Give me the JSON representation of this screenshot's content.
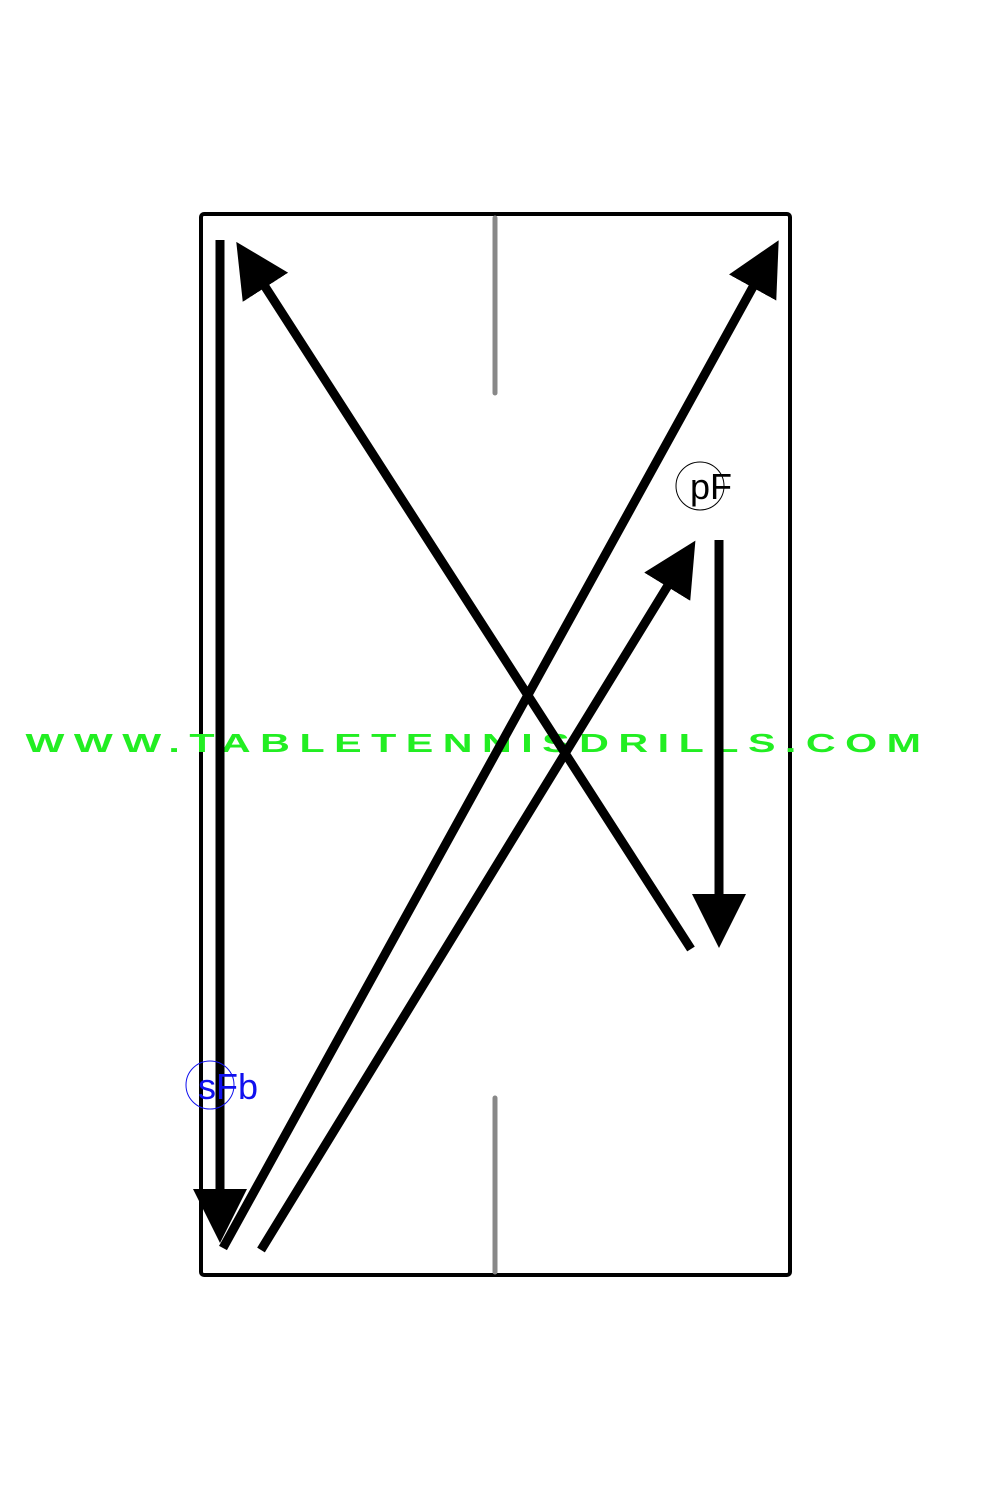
{
  "watermark": {
    "text": "WWW.TABLETENNISDRILLS.COM",
    "color": "#22ee22"
  },
  "players": {
    "top": {
      "label": "pF",
      "color": "#000000"
    },
    "bottom": {
      "label": "sFb",
      "color": "#1010ee"
    }
  },
  "colors": {
    "table_border": "#000000",
    "center_line": "#888888",
    "arrow": "#000000"
  }
}
